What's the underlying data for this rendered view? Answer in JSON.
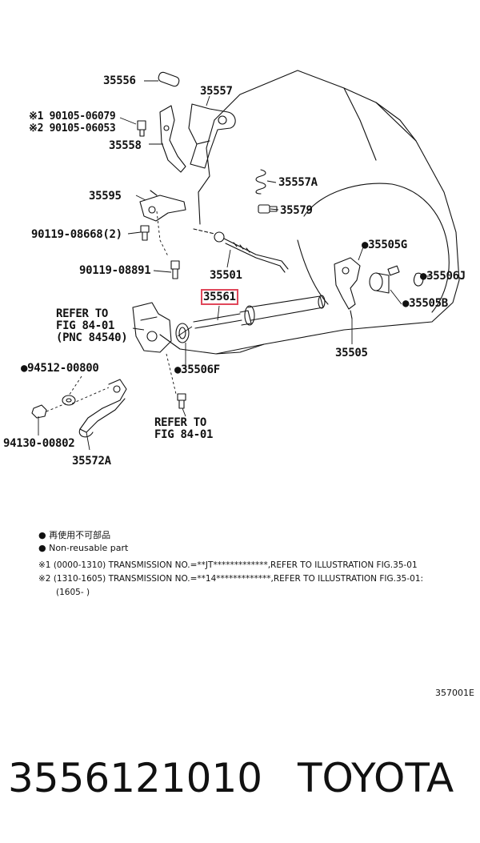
{
  "labels": {
    "p35556": "35556",
    "p35557": "35557",
    "p90105_06079": "※1 90105-06079",
    "p90105_06053": "※2 90105-06053",
    "p35558": "35558",
    "p35557A": "35557A",
    "p35579": "35579",
    "p35595": "35595",
    "p90119_08668": "90119-08668(2)",
    "p35501": "35501",
    "p90119_08891": "90119-08891",
    "p35505G": "35505G",
    "p35506J": "35506J",
    "p35561": "35561",
    "refer_fig_84_01_a_1": "REFER TO",
    "refer_fig_84_01_a_2": "FIG 84-01",
    "refer_fig_84_01_a_3": "(PNC 84540)",
    "p35505B": "35505B",
    "p35505": "35505",
    "p94512_00800": "94512-00800",
    "p35506F": "35506F",
    "refer_fig_84_01_b_1": "REFER TO",
    "refer_fig_84_01_b_2": "FIG 84-01",
    "p94130_00802": "94130-00802",
    "p35572A": "35572A"
  },
  "legend": {
    "line1": "● 再使用不可部品",
    "line2": "● Non-reusable part",
    "line3": "※1 (0000-1310) TRANSMISSION NO.=**JT*************,REFER TO ILLUSTRATION FIG.35-01",
    "line4": "※2 (1310-1605) TRANSMISSION NO.=**14*************,REFER TO ILLUSTRATION FIG.35-01:",
    "line5": "(1605-        )"
  },
  "figure_code": "357001E",
  "footer": {
    "part_number": "3556121010",
    "brand": "TOYOTA"
  },
  "colors": {
    "highlight": "#e0475a",
    "ink": "#111111"
  }
}
